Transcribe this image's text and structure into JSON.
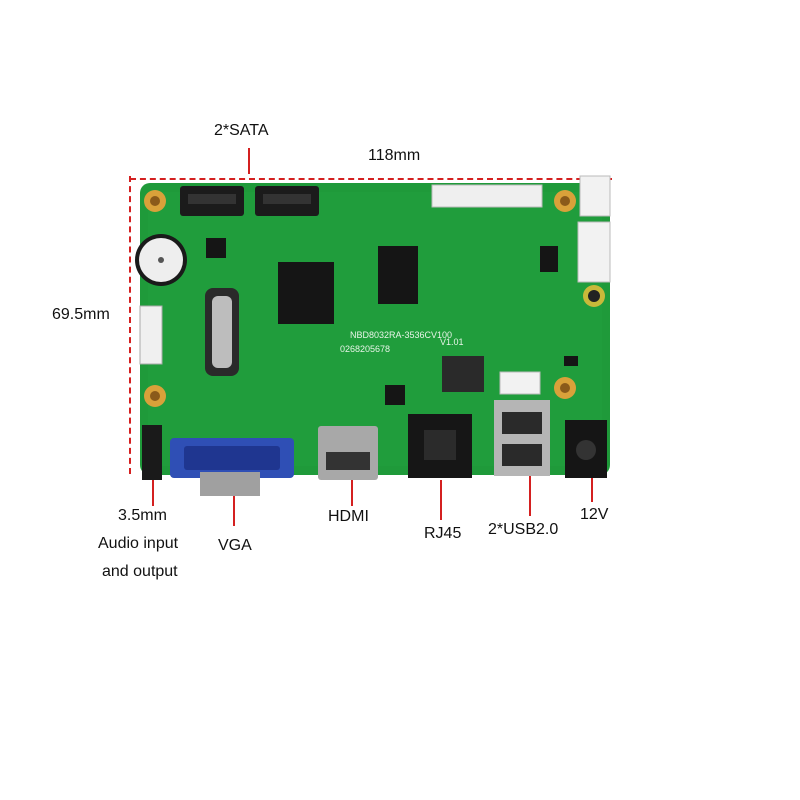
{
  "dimensions": {
    "width": "118mm",
    "height": "69.5mm"
  },
  "board": {
    "model_line1": "NBD8032RA-3536CV100",
    "model_line2": "0268205678",
    "version": "V1.01"
  },
  "labels": {
    "sata": "2*SATA",
    "audio_line1": "3.5mm",
    "audio_line2": "Audio input",
    "audio_line3": "and output",
    "vga": "VGA",
    "hdmi": "HDMI",
    "rj45": "RJ45",
    "usb": "2*USB2.0",
    "power": "12V"
  },
  "colors": {
    "pcb": "#1f9a3a",
    "annotation": "#d42020"
  }
}
